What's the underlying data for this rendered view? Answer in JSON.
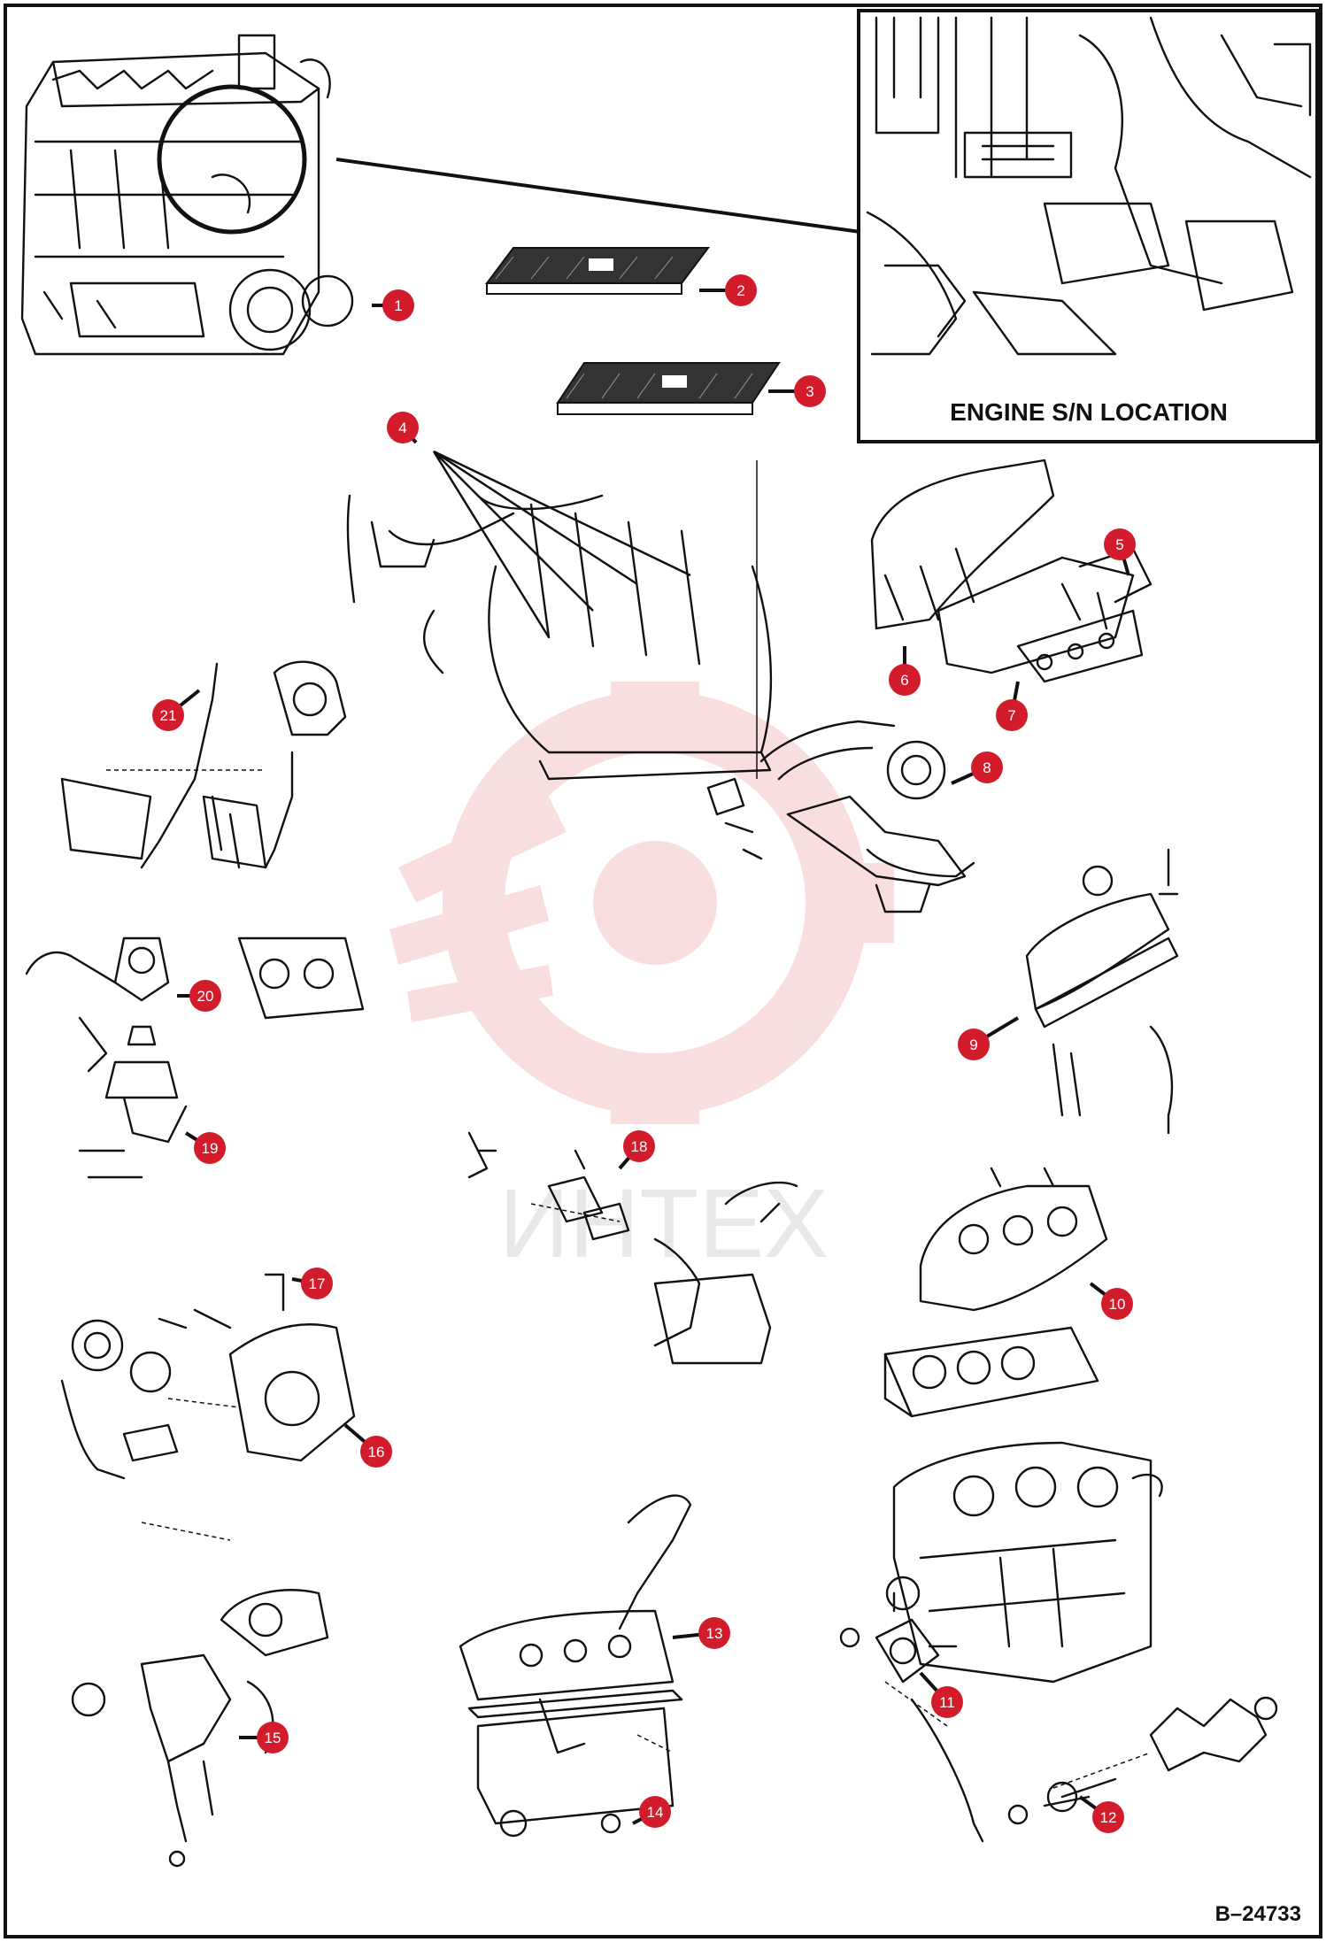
{
  "diagram": {
    "inset_caption": "ENGINE S/N LOCATION",
    "drawing_number": "B–24733",
    "watermark_text": "ИНТЕХ",
    "badge_color": "#d21c2c",
    "watermark_color": "#f3c4c4",
    "callouts": [
      {
        "label": "1"
      },
      {
        "label": "2"
      },
      {
        "label": "3"
      },
      {
        "label": "4"
      },
      {
        "label": "5"
      },
      {
        "label": "6"
      },
      {
        "label": "7"
      },
      {
        "label": "8"
      },
      {
        "label": "9"
      },
      {
        "label": "10"
      },
      {
        "label": "11"
      },
      {
        "label": "12"
      },
      {
        "label": "13"
      },
      {
        "label": "14"
      },
      {
        "label": "15"
      },
      {
        "label": "16"
      },
      {
        "label": "17"
      },
      {
        "label": "18"
      },
      {
        "label": "19"
      },
      {
        "label": "20"
      },
      {
        "label": "21"
      }
    ]
  }
}
